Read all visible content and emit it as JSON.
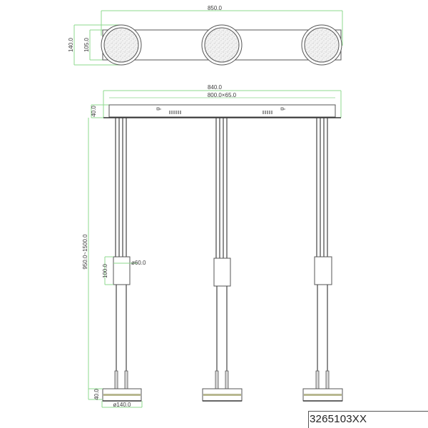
{
  "drawing": {
    "part_number": "3265103XX",
    "colors": {
      "line": "#4a4a4a",
      "dimension": "#8ed88e",
      "lens_band": "#b8b890",
      "background": "#ffffff"
    },
    "top_view": {
      "dimensions": {
        "overall_length": "850.0",
        "head_diameter": "140.0",
        "body_depth": "105.0"
      },
      "heads_count": 3
    },
    "front_view": {
      "dimensions": {
        "canopy_length": "840.0",
        "inner_length": "800.0×65.0",
        "canopy_height": "40.0",
        "suspension_height": "950.0~1500.0",
        "connector_height": "100.0",
        "connector_diameter": "ø60.0",
        "head_height": "40.0",
        "head_diameter": "ø140.0"
      },
      "pendants_count": 3
    }
  }
}
